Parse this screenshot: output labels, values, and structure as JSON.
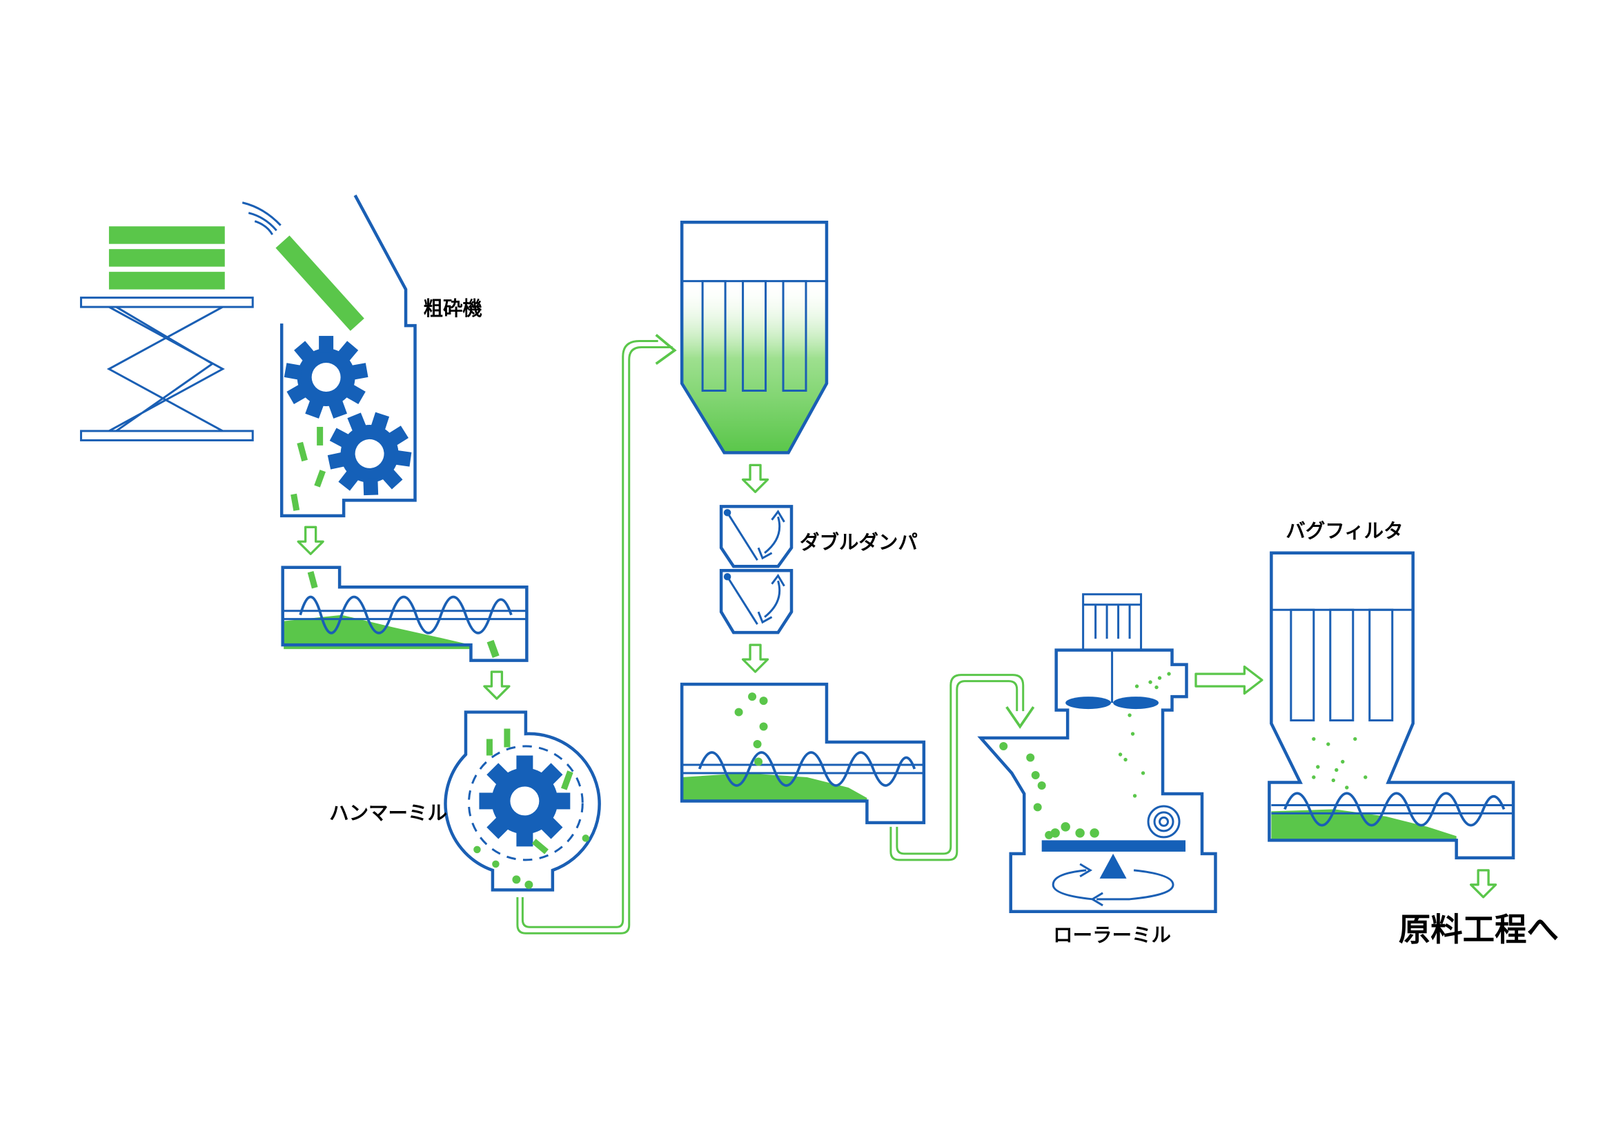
{
  "labels": {
    "crusher": "粗砕機",
    "hammer_mill": "ハンマーミル",
    "double_damper": "ダブルダンパ",
    "roller_mill": "ローラーミル",
    "bag_filter": "バグフィルタ",
    "destination": "原料工程へ"
  },
  "colors": {
    "blue": "#1560b8",
    "green": "#5ac64a",
    "line": "#1a5fb4",
    "white": "#ffffff"
  }
}
